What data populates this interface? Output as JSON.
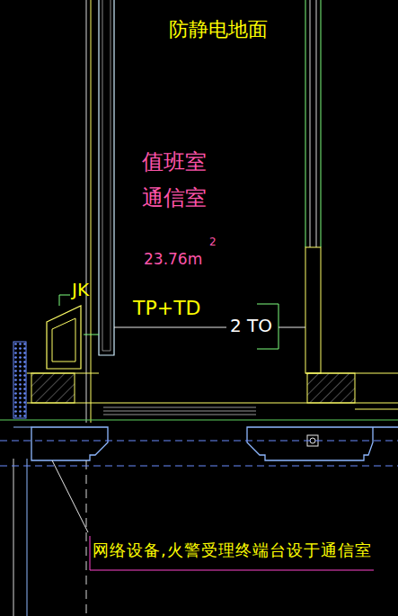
{
  "diagram": {
    "labels": [
      "防静电地面",
      "值班室 通信室",
      "23.76m",
      "2",
      "JK",
      "TP+TD",
      "2 TO",
      "网络设备,火警受理终端台设于通信室"
    ]
  }
}
